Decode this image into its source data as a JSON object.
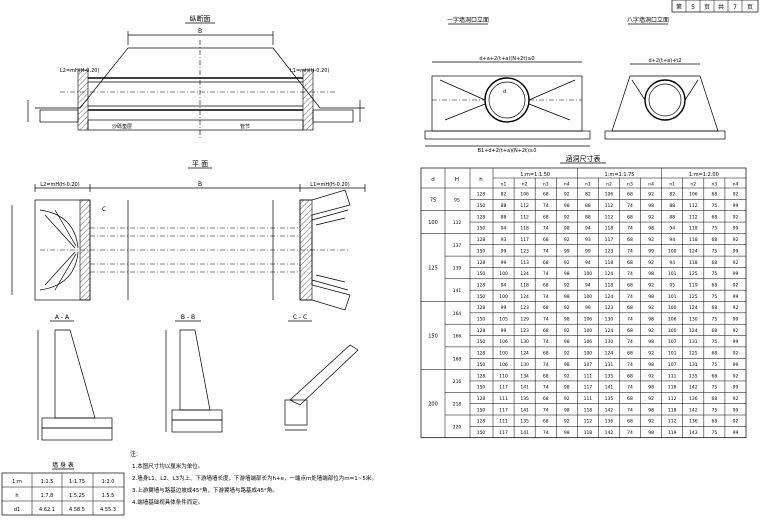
{
  "title_block": [
    "第",
    "5",
    "页",
    "共",
    "7",
    "页"
  ],
  "views": {
    "elevation_title": "纵断面",
    "plan_title": "平 面",
    "front_straight_title": "一字墙洞口立面",
    "front_eight_title": "八字墙洞口立面",
    "section_a": "A - A",
    "section_b": "B - B",
    "section_c": "C - C"
  },
  "labels": {
    "dim_B": "B",
    "slope_left": "L2=mH(H-0.20)",
    "slope_right": "L1=mH(H-0.20)",
    "pipe_base": "沙砾垫层",
    "pipe_note": "管节",
    "section_C_label": "C",
    "d_label": "d",
    "front_dim1": "d+a+2(t+a)(N+2t)≥0",
    "front_dim2": "B1+d+2(t+a)(N+2t)≥0",
    "front_dim3": "d+2(t+a)+t2"
  },
  "slope_table": {
    "title": "墙 身 表",
    "rows": [
      [
        "1:m",
        "1:1.5",
        "1:1.75",
        "1:2.0"
      ],
      [
        "h",
        "1.7.8",
        "1.5.25",
        "1.5.5"
      ],
      [
        "d1",
        "4.62.1",
        "4.58.5",
        "4.55.3"
      ]
    ]
  },
  "notes": {
    "heading": "注:",
    "items": [
      "1.本图尺寸均以厘米为单位。",
      "2.墙身L1、L2、L3为上、下游墙墙长度，下游墙端部长为h+e，一端点m处墙端部位为m=1~5米。",
      "3.上游翼墙与路基边坡成45°角，下游翼墙与路基成45°角。",
      "4.端墙基础视具体条件而定。"
    ]
  },
  "main_table": {
    "title": "涵洞尺寸表",
    "head": {
      "col_d": "d",
      "col_H": "H",
      "col_h": "h",
      "groups": [
        "1:m=1:1.50",
        "1:m=1:1.75",
        "1:m=1:2.00"
      ],
      "sub": [
        "n1",
        "n2",
        "n3",
        "n4"
      ]
    },
    "groups": [
      {
        "d": "75",
        "rows": [
          {
            "H": "95",
            "h": "128",
            "v": [
              "82",
              "106",
              "68",
              "92",
              "82",
              "106",
              "68",
              "92",
              "82",
              "106",
              "68",
              "92"
            ]
          },
          {
            "H": "",
            "h": "150",
            "v": [
              "88",
              "112",
              "74",
              "98",
              "88",
              "112",
              "74",
              "98",
              "88",
              "112",
              "75",
              "99"
            ]
          }
        ]
      },
      {
        "d": "100",
        "rows": [
          {
            "H": "112",
            "h": "128",
            "v": [
              "88",
              "112",
              "68",
              "92",
              "88",
              "112",
              "68",
              "92",
              "88",
              "112",
              "68",
              "92"
            ]
          },
          {
            "H": "",
            "h": "150",
            "v": [
              "94",
              "118",
              "74",
              "98",
              "94",
              "118",
              "74",
              "98",
              "94",
              "118",
              "75",
              "99"
            ]
          }
        ]
      },
      {
        "d": "125",
        "rows": [
          {
            "H": "137",
            "h": "128",
            "v": [
              "93",
              "117",
              "68",
              "92",
              "93",
              "117",
              "68",
              "92",
              "94",
              "118",
              "68",
              "92"
            ]
          },
          {
            "H": "",
            "h": "150",
            "v": [
              "99",
              "123",
              "74",
              "99",
              "99",
              "123",
              "74",
              "99",
              "100",
              "124",
              "75",
              "99"
            ]
          },
          {
            "H": "139",
            "h": "128",
            "v": [
              "99",
              "113",
              "68",
              "92",
              "94",
              "118",
              "68",
              "92",
              "94",
              "118",
              "68",
              "92"
            ]
          },
          {
            "H": "",
            "h": "150",
            "v": [
              "100",
              "124",
              "74",
              "98",
              "100",
              "124",
              "74",
              "98",
              "101",
              "125",
              "75",
              "99"
            ]
          },
          {
            "H": "141",
            "h": "128",
            "v": [
              "94",
              "118",
              "68",
              "92",
              "94",
              "118",
              "68",
              "92",
              "95",
              "119",
              "68",
              "92"
            ]
          },
          {
            "H": "",
            "h": "150",
            "v": [
              "100",
              "124",
              "74",
              "98",
              "100",
              "124",
              "74",
              "98",
              "101",
              "125",
              "75",
              "99"
            ]
          }
        ]
      },
      {
        "d": "150",
        "rows": [
          {
            "H": "164",
            "h": "128",
            "v": [
              "99",
              "123",
              "68",
              "92",
              "99",
              "123",
              "68",
              "92",
              "100",
              "124",
              "68",
              "92"
            ]
          },
          {
            "H": "",
            "h": "150",
            "v": [
              "105",
              "129",
              "74",
              "98",
              "106",
              "130",
              "74",
              "98",
              "106",
              "130",
              "75",
              "99"
            ]
          },
          {
            "H": "166",
            "h": "128",
            "v": [
              "99",
              "123",
              "68",
              "92",
              "100",
              "124",
              "68",
              "92",
              "100",
              "124",
              "68",
              "92"
            ]
          },
          {
            "H": "",
            "h": "150",
            "v": [
              "106",
              "130",
              "74",
              "98",
              "106",
              "130",
              "74",
              "98",
              "107",
              "131",
              "75",
              "99"
            ]
          },
          {
            "H": "168",
            "h": "128",
            "v": [
              "100",
              "124",
              "68",
              "92",
              "100",
              "124",
              "68",
              "92",
              "101",
              "125",
              "68",
              "92"
            ]
          },
          {
            "H": "",
            "h": "150",
            "v": [
              "106",
              "130",
              "74",
              "98",
              "107",
              "131",
              "74",
              "98",
              "107",
              "131",
              "75",
              "99"
            ]
          }
        ]
      },
      {
        "d": "200",
        "rows": [
          {
            "H": "216",
            "h": "128",
            "v": [
              "110",
              "134",
              "68",
              "92",
              "111",
              "135",
              "68",
              "92",
              "111",
              "135",
              "68",
              "92"
            ]
          },
          {
            "H": "",
            "h": "150",
            "v": [
              "117",
              "141",
              "74",
              "98",
              "117",
              "141",
              "74",
              "98",
              "118",
              "142",
              "75",
              "99"
            ]
          },
          {
            "H": "218",
            "h": "128",
            "v": [
              "111",
              "135",
              "68",
              "92",
              "111",
              "135",
              "68",
              "92",
              "112",
              "136",
              "68",
              "92"
            ]
          },
          {
            "H": "",
            "h": "150",
            "v": [
              "117",
              "141",
              "74",
              "98",
              "118",
              "142",
              "74",
              "98",
              "118",
              "142",
              "75",
              "99"
            ]
          },
          {
            "H": "220",
            "h": "128",
            "v": [
              "111",
              "135",
              "68",
              "92",
              "112",
              "136",
              "68",
              "92",
              "112",
              "136",
              "68",
              "92"
            ]
          },
          {
            "H": "",
            "h": "150",
            "v": [
              "117",
              "141",
              "74",
              "98",
              "118",
              "142",
              "74",
              "98",
              "119",
              "143",
              "75",
              "99"
            ]
          }
        ]
      }
    ]
  }
}
